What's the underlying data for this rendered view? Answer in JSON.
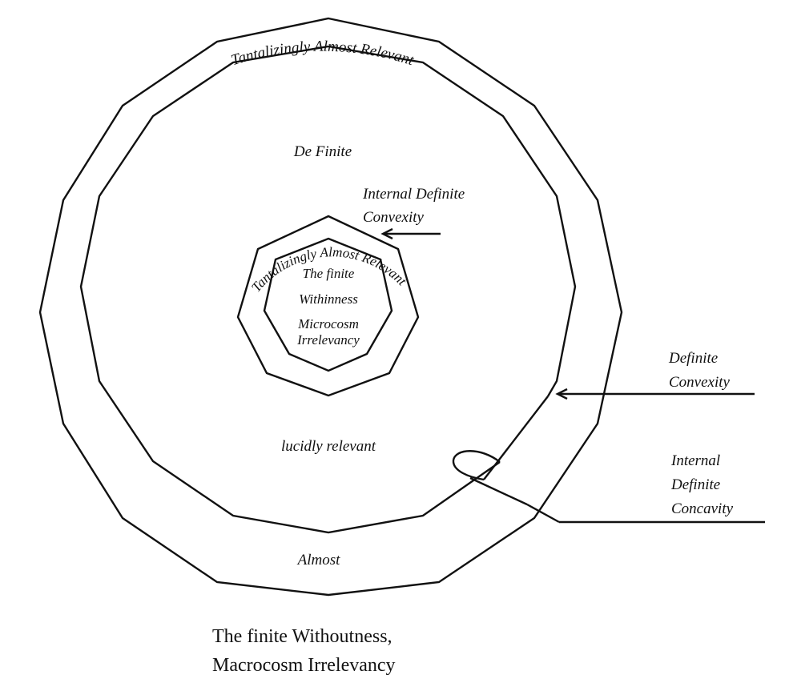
{
  "outer_ring_label": "Tantalizingly Almost Relevant",
  "region_top": "De Finite",
  "internal_definite_convexity": [
    "Internal Definite",
    "Convexity"
  ],
  "inner_ring_label": "Tantalizingly Almost Relevant",
  "core_lines": [
    "The finite",
    "Withinness",
    "Microcosm",
    "Irrelevancy"
  ],
  "definite_convexity": [
    "Definite",
    "Convexity"
  ],
  "region_bottom": "lucidly relevant",
  "internal_definite_concavity": [
    "Internal",
    "Definite",
    "Concavity"
  ],
  "outer_bottom_label": "Almost",
  "caption": [
    "The finite Withoutness,",
    "Macrocosm Irrelevancy"
  ],
  "colors": {
    "ink": "#111111",
    "background": "#ffffff"
  }
}
